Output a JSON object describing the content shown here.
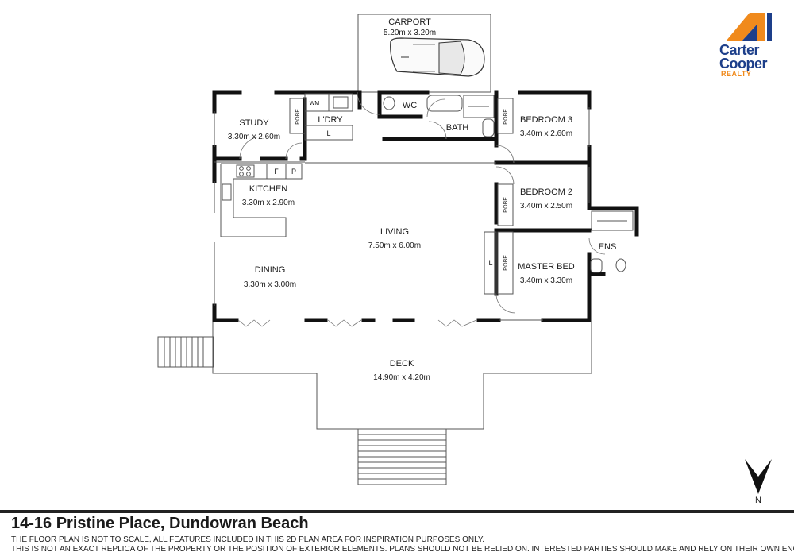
{
  "rooms": {
    "carport": {
      "name": "CARPORT",
      "dims": "5.20m x 3.20m"
    },
    "wc": {
      "name": "WC"
    },
    "bath": {
      "name": "BATH"
    },
    "laundry": {
      "name": "L'DRY"
    },
    "wm": {
      "name": "WM"
    },
    "study": {
      "name": "STUDY",
      "dims": "3.30m x 2.60m"
    },
    "bedroom3": {
      "name": "BEDROOM 3",
      "dims": "3.40m x 2.60m"
    },
    "kitchen": {
      "name": "KITCHEN",
      "dims": "3.30m x 2.90m"
    },
    "bedroom2": {
      "name": "BEDROOM 2",
      "dims": "3.40m x 2.50m"
    },
    "living": {
      "name": "LIVING",
      "dims": "7.50m x 6.00m"
    },
    "dining": {
      "name": "DINING",
      "dims": "3.30m x 3.00m"
    },
    "master": {
      "name": "MASTER BED",
      "dims": "3.40m x 3.30m"
    },
    "ensuite": {
      "name": "ENS"
    },
    "deck": {
      "name": "DECK",
      "dims": "14.90m x 4.20m"
    }
  },
  "fixtures": {
    "robe": "ROBE",
    "linen": "L",
    "fridge": "F",
    "pantry": "P"
  },
  "compass": {
    "label": "N"
  },
  "logo": {
    "line1": "Carter",
    "line2": "Cooper",
    "line3": "REALTY",
    "orange": "#f08a1c",
    "blue": "#1d3f8a"
  },
  "footer": {
    "address": "14-16 Pristine Place, Dundowran Beach",
    "disclaimer1": "THE FLOOR PLAN IS NOT TO SCALE, ALL FEATURES INCLUDED IN THIS 2D PLAN AREA FOR INSPIRATION PURPOSES ONLY.",
    "disclaimer2": "THIS IS NOT AN EXACT REPLICA OF THE PROPERTY OR THE POSITION OF EXTERIOR ELEMENTS. PLANS SHOULD NOT BE RELIED ON. INTERESTED PARTIES SHOULD MAKE AND RELY ON THEIR OWN ENQUIRIES"
  }
}
